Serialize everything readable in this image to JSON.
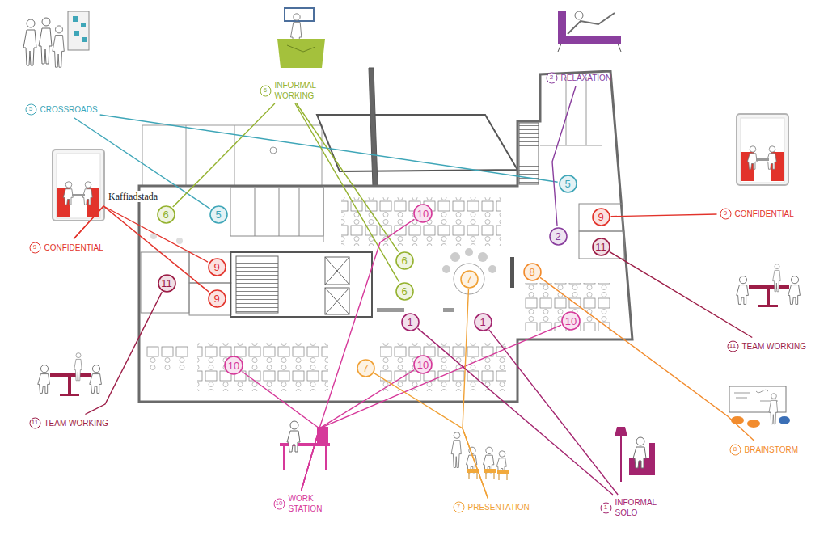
{
  "diagram": {
    "nodes": [
      {
        "text": [
          "5",
          "CROSSROADS"
        ]
      },
      {
        "text": [
          "6",
          "INFORMAL WORKING"
        ]
      },
      {
        "text": [
          "2",
          "RELAXATION"
        ]
      },
      {
        "text": [
          "5"
        ]
      },
      {
        "text": [
          "9",
          "CONFIDENTIAL"
        ]
      },
      {
        "text": [
          "6"
        ]
      },
      {
        "text": [
          "5"
        ]
      },
      {
        "text": [
          "10"
        ]
      },
      {
        "text": [
          "9"
        ]
      },
      {
        "text": [
          "2"
        ]
      },
      {
        "text": [
          "9",
          "CONFIDENTIAL"
        ]
      },
      {
        "text": [
          "11"
        ]
      },
      {
        "text": [
          "6"
        ]
      },
      {
        "text": [
          "9"
        ]
      },
      {
        "text": [
          "8"
        ]
      },
      {
        "text": [
          "7"
        ]
      },
      {
        "text": [
          "11"
        ]
      },
      {
        "text": [
          "6"
        ]
      },
      {
        "text": [
          "9"
        ]
      },
      {
        "text": [
          "10"
        ]
      },
      {
        "text": [
          "1"
        ]
      },
      {
        "text": [
          "1"
        ]
      },
      {
        "text": [
          "11",
          "TEAM WORKING"
        ]
      },
      {
        "text": [
          "10"
        ]
      },
      {
        "text": [
          "7"
        ]
      },
      {
        "text": [
          "10"
        ]
      },
      {
        "text": [
          "11",
          "TEAM WORKING"
        ]
      },
      {
        "text": [
          "8",
          "BRAINSTORM"
        ]
      },
      {
        "text": [
          "10",
          "WORK STATION"
        ]
      },
      {
        "text": [
          "7",
          "PRESENTATION"
        ]
      },
      {
        "text": [
          "1",
          "INFORMAL SOLO"
        ]
      }
    ],
    "edges": [
      {
        "from": 0,
        "to": 3,
        "arrow": "none"
      },
      {
        "from": 0,
        "to": 6,
        "arrow": "none"
      },
      {
        "from": 1,
        "to": 5,
        "arrow": "none"
      },
      {
        "from": 1,
        "to": 12,
        "arrow": "none"
      },
      {
        "from": 1,
        "to": 17,
        "arrow": "none"
      },
      {
        "from": 2,
        "to": 9,
        "arrow": "none"
      },
      {
        "from": 4,
        "to": 8,
        "arrow": "none"
      },
      {
        "from": 10,
        "to": 13,
        "arrow": "none"
      },
      {
        "from": 10,
        "to": 18,
        "arrow": "none"
      },
      {
        "from": 22,
        "to": 11,
        "arrow": "none"
      },
      {
        "from": 26,
        "to": 16,
        "arrow": "none"
      },
      {
        "from": 27,
        "to": 14,
        "arrow": "none"
      },
      {
        "from": 28,
        "to": 7,
        "arrow": "none"
      },
      {
        "from": 28,
        "to": 19,
        "arrow": "none"
      },
      {
        "from": 28,
        "to": 23,
        "arrow": "none"
      },
      {
        "from": 28,
        "to": 25,
        "arrow": "none"
      },
      {
        "from": 29,
        "to": 15,
        "arrow": "none"
      },
      {
        "from": 29,
        "to": 24,
        "arrow": "none"
      },
      {
        "from": 30,
        "to": 20,
        "arrow": "none"
      },
      {
        "from": 30,
        "to": 21,
        "arrow": "none"
      }
    ],
    "labels": [
      "Kaffiadstada"
    ]
  }
}
